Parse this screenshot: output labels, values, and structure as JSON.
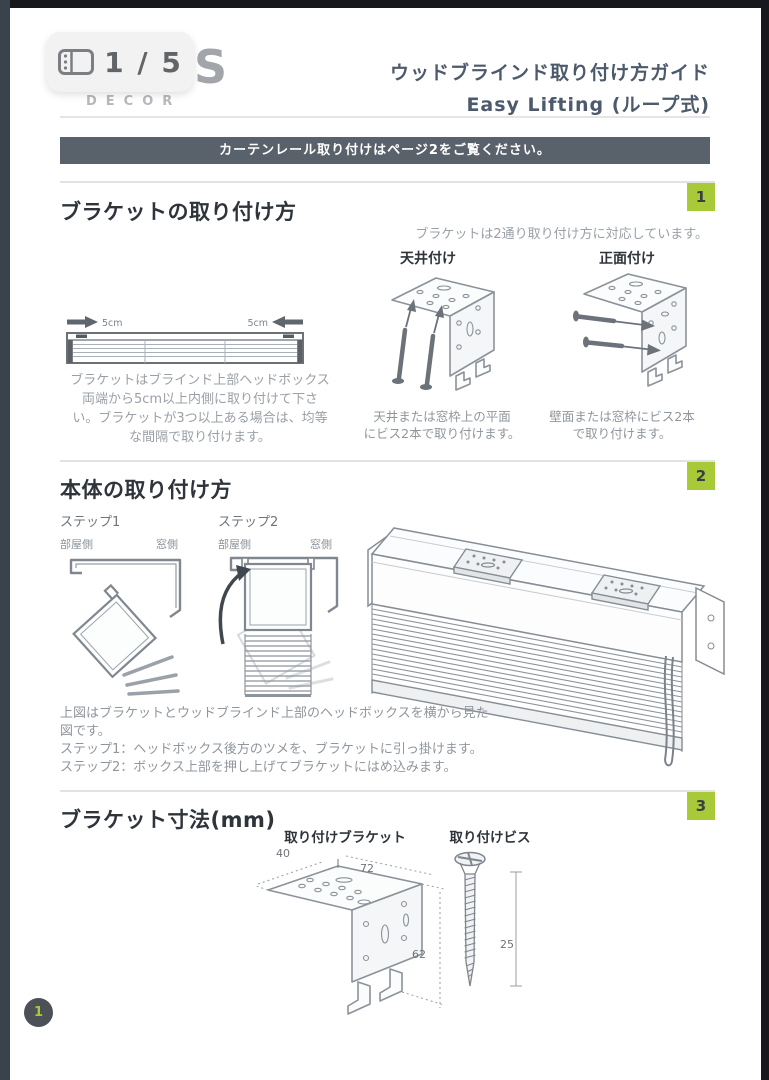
{
  "viewer": {
    "page_indicator": "1 / 5"
  },
  "logo": {
    "letter": "S",
    "subtext": "DECOR"
  },
  "header": {
    "title_line1": "ウッドブラインド取り付け方ガイド",
    "title_line2": "Easy Lifting (ループ式)"
  },
  "banner": {
    "text": "カーテンレール取り付けはページ2をご覧ください。"
  },
  "colors": {
    "accent_green": "#a8ca39",
    "banner_bg": "#59616b",
    "title_color": "#4d5a6b",
    "heading_color": "#2e343a"
  },
  "section1": {
    "badge": "1",
    "heading": "ブラケットの取り付け方",
    "intro": "ブラケットは2通り取り付け方に対応しています。",
    "blind_dim_left": "5cm",
    "blind_dim_right": "5cm",
    "note_l1": "ブラケットはブラインド上部ヘッドボックス",
    "note_l2": "両端から5cm以上内側に取り付けて下さ",
    "note_l3": "い。ブラケットが3つ以上ある場合は、均等",
    "note_l4": "な間隔で取り付けます。",
    "ceiling_label": "天井付け",
    "front_label": "正面付け",
    "ceiling_caption_l1": "天井または窓枠上の平面",
    "ceiling_caption_l2": "にビス2本で取り付けます。",
    "front_caption_l1": "壁面または窓枠にビス2本",
    "front_caption_l2": "で取り付けます。"
  },
  "section2": {
    "badge": "2",
    "heading": "本体の取り付け方",
    "step1_label": "ステップ1",
    "step2_label": "ステップ2",
    "room_side": "部屋側",
    "window_side": "窓側",
    "desc_l1": "上図はブラケットとウッドブラインド上部のヘッドボックスを横から見た",
    "desc_l2": "図です。",
    "desc_l3": "ステップ1：ヘッドボックス後方のツメを、ブラケットに引っ掛けます。",
    "desc_l4": "ステップ2：ボックス上部を押し上げてブラケットにはめ込みます。"
  },
  "section3": {
    "badge": "3",
    "heading": "ブラケット寸法(mm)",
    "bracket_label": "取り付けブラケット",
    "screw_label": "取り付けビス",
    "dim_width": "40",
    "dim_depth": "72",
    "dim_height": "62",
    "dim_screw_length": "25"
  },
  "footer": {
    "page_number": "1"
  }
}
